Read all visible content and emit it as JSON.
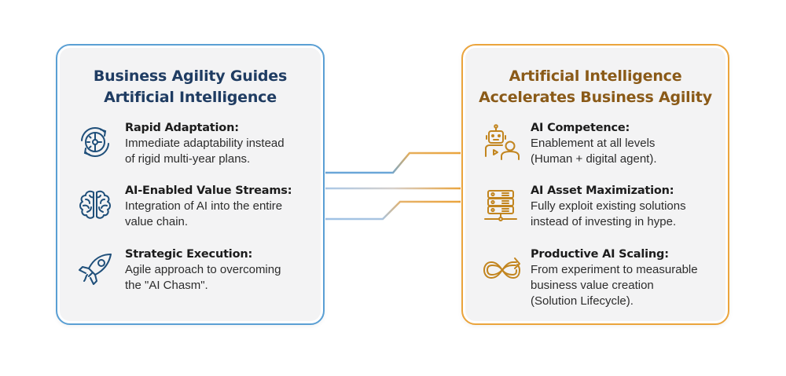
{
  "colors": {
    "left_accent": "#5a9fd4",
    "left_icon": "#1f4f7a",
    "left_title": "#1f3c62",
    "right_accent": "#eba43c",
    "right_icon": "#c2851f",
    "right_title": "#8a5a18",
    "panel_bg": "#f3f3f4"
  },
  "left_panel": {
    "title_line1": "Business Agility Guides",
    "title_line2": "Artificial Intelligence",
    "items": [
      {
        "icon": "clock-cycle-icon",
        "heading": "Rapid Adaptation:",
        "desc_line1": "Immediate adaptability instead",
        "desc_line2": "of rigid multi-year plans."
      },
      {
        "icon": "brain-icon",
        "heading": "AI-Enabled Value Streams:",
        "desc_line1": "Integration of AI into the entire",
        "desc_line2": "value chain."
      },
      {
        "icon": "rocket-icon",
        "heading": "Strategic Execution:",
        "desc_line1": "Agile approach to overcoming",
        "desc_line2": "the \"AI Chasm\"."
      }
    ]
  },
  "right_panel": {
    "title_line1": "Artificial Intelligence",
    "title_line2": "Accelerates Business Agility",
    "items": [
      {
        "icon": "robot-person-icon",
        "heading": "AI Competence:",
        "desc_line1": "Enablement at all levels",
        "desc_line2": "(Human + digital agent)."
      },
      {
        "icon": "server-stack-icon",
        "heading": "AI Asset Maximization:",
        "desc_line1": "Fully exploit existing solutions",
        "desc_line2": "instead of investing in hype."
      },
      {
        "icon": "infinity-arrow-icon",
        "heading": "Productive AI Scaling:",
        "desc_line1": "From experiment to measurable",
        "desc_line2": "business value creation",
        "desc_line3": "(Solution Lifecycle)."
      }
    ]
  },
  "connectors": {
    "count": 3,
    "from": "left_panel",
    "to": "right_panel"
  }
}
